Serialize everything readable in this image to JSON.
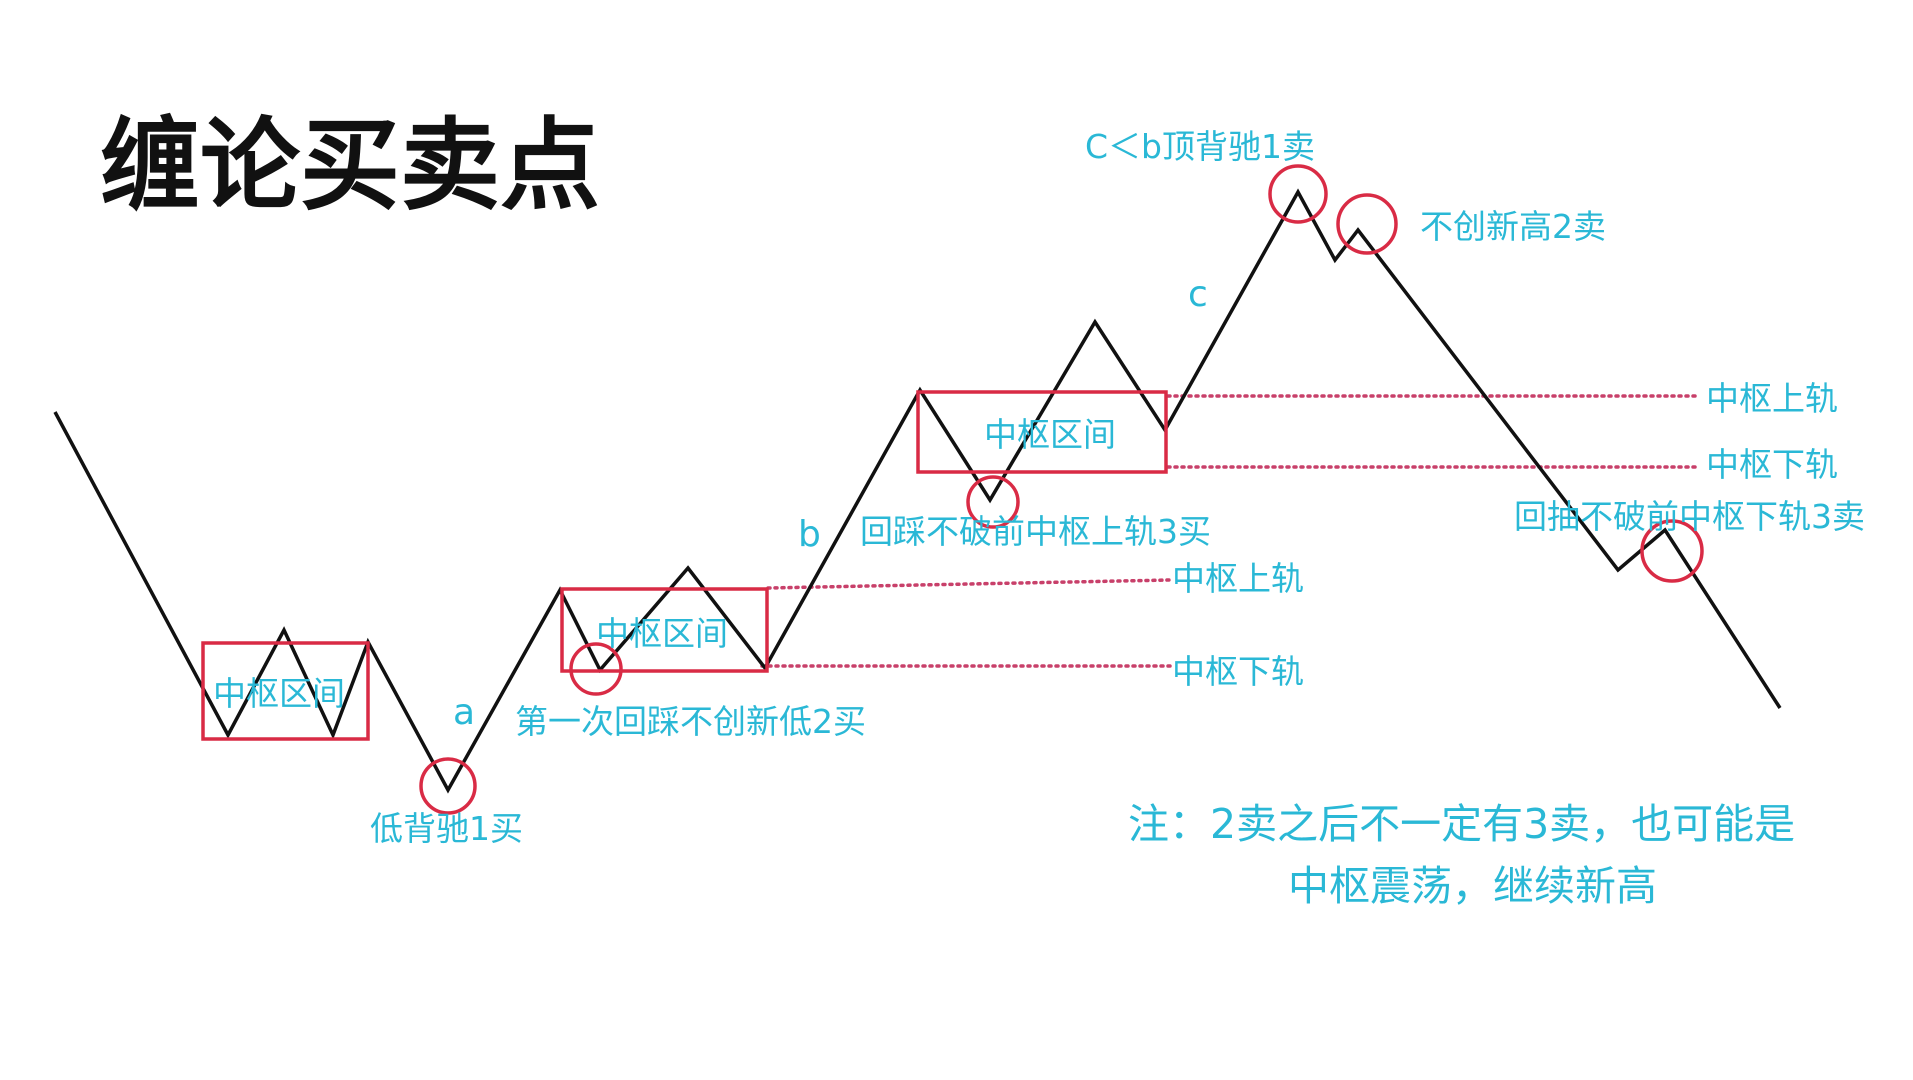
{
  "title": "缠论买卖点",
  "colors": {
    "price_line": "#111111",
    "zone": "#d92b45",
    "label": "#2ab8d6",
    "rail": "#c8406a"
  },
  "zones": [
    {
      "label": "中枢区间"
    },
    {
      "label": "中枢区间"
    },
    {
      "label": "中枢区间"
    }
  ],
  "segments": {
    "a": "a",
    "b": "b",
    "c": "c"
  },
  "points": {
    "buy1": "低背驰1买",
    "buy2": "第一次回踩不创新低2买",
    "buy3": "回踩不破前中枢上轨3买",
    "sell1": "C＜b顶背驰1卖",
    "sell2": "不创新高2卖",
    "sell3": "回抽不破前中枢下轨3卖"
  },
  "rails": {
    "upper": "中枢上轨",
    "lower": "中枢下轨"
  },
  "note": {
    "line1": "注：2卖之后不一定有3卖，也可能是",
    "line2": "中枢震荡，继续新高"
  }
}
